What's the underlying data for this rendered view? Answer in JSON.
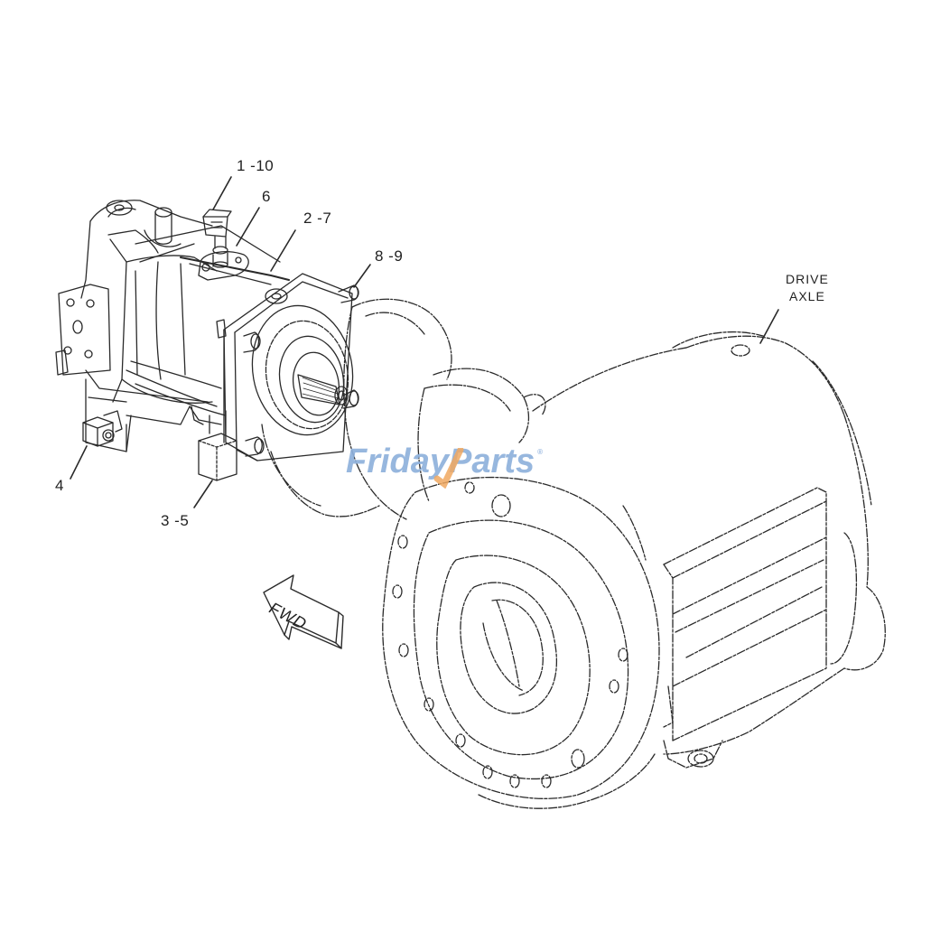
{
  "diagram": {
    "type": "exploded parts illustration",
    "subject": "Hydraulic drive motor mounted to drive axle",
    "callouts": [
      {
        "id": "c1",
        "text": "1 -10"
      },
      {
        "id": "c2",
        "text": "6"
      },
      {
        "id": "c3",
        "text": "2 -7"
      },
      {
        "id": "c4",
        "text": "8 -9"
      },
      {
        "id": "c5",
        "text": "4"
      },
      {
        "id": "c6",
        "text": "3 -5"
      }
    ],
    "drive_axle_label": {
      "line1": "DRIVE",
      "line2": "AXLE"
    },
    "direction_arrow": {
      "text": "FWD"
    },
    "watermark": {
      "left": "Friday",
      "right": "Parts",
      "reg": "®",
      "color": "#8fb1dc",
      "accent_color": "#f0a860"
    },
    "line_color": "#2a2a2a"
  }
}
